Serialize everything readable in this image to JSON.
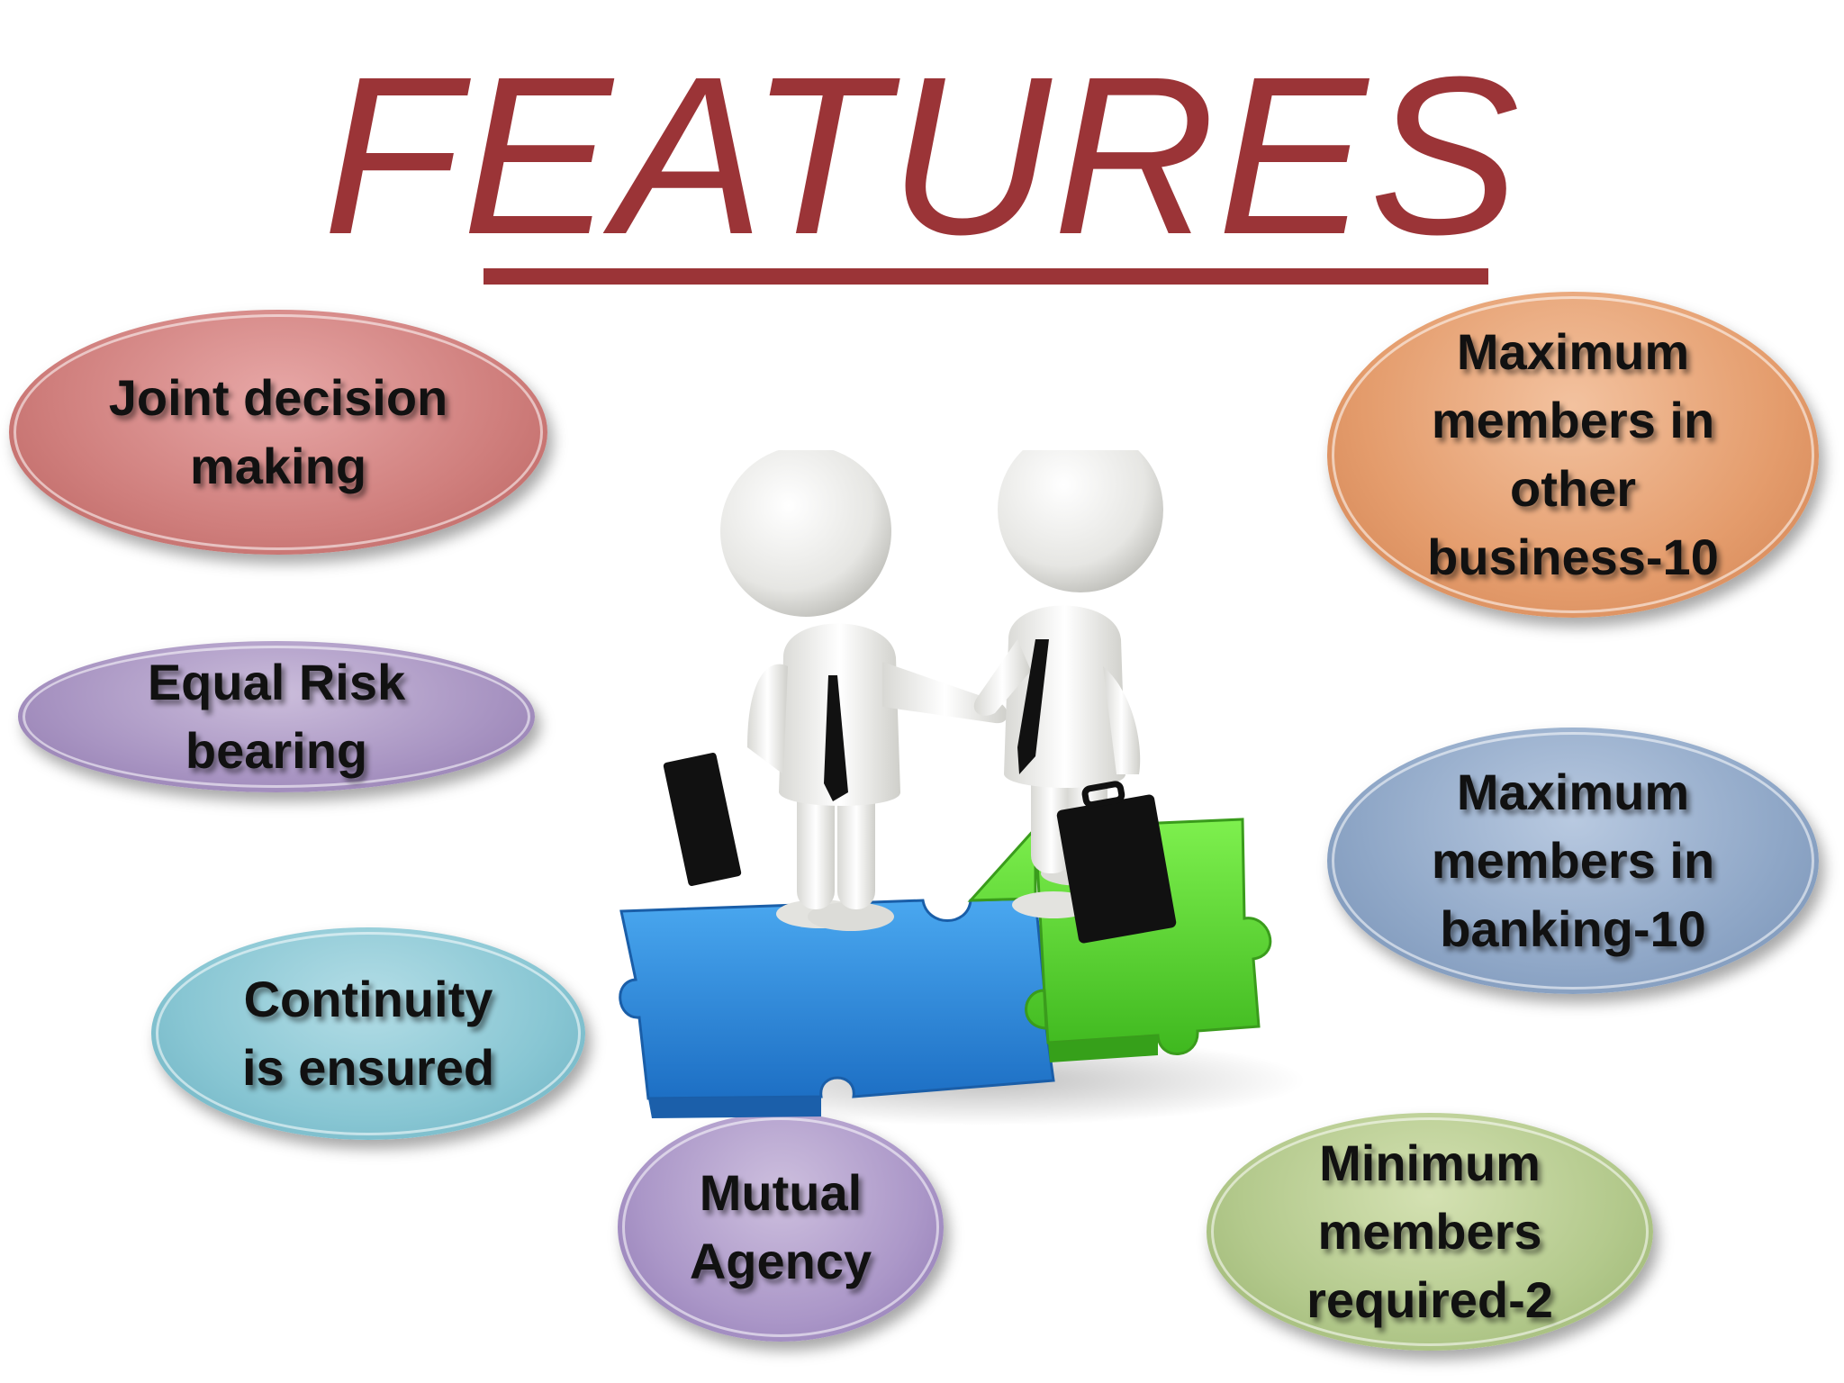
{
  "title": "FEATURES",
  "features": {
    "joint_decision": "Joint decision making",
    "equal_risk": "Equal Risk bearing",
    "continuity": "Continuity is ensured",
    "mutual_agency": "Mutual Agency",
    "max_other": "Maximum members in other business-10",
    "max_banking": "Maximum members in banking-10",
    "min_members": "Minimum members required-2"
  },
  "illustration": {
    "icon": "handshake-on-puzzle-icon"
  },
  "colors": {
    "title": "#9b3437",
    "joint_decision": "#cf7e7c",
    "equal_risk": "#a894c2",
    "continuity": "#88c6d3",
    "mutual_agency": "#ab97c8",
    "max_other": "#e49c6c",
    "max_banking": "#8fa7c7",
    "min_members": "#b3c98c",
    "puzzle_blue": "#2f8fe0",
    "puzzle_green": "#5fdc3a"
  }
}
